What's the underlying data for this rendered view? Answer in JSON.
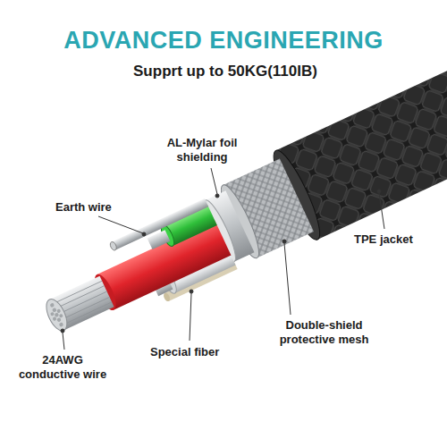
{
  "diagram": {
    "title": "ADVANCED ENGINEERING",
    "labels": [
      "Supprt up to 50KG(110IB)",
      "TPE jacket",
      "AL-Mylar foil shielding",
      "Earth wire",
      "Special fiber",
      "Double-shield protective mesh",
      "24AWG conductive wire"
    ]
  }
}
